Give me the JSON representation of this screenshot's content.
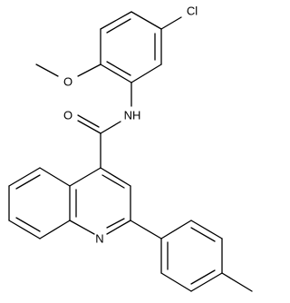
{
  "molecule": {
    "atoms": {
      "chlorine": "Cl",
      "methoxy_oxygen": "O",
      "amide_nitrogen": "NH",
      "carbonyl_oxygen": "O",
      "quinoline_nitrogen": "N"
    },
    "colors": {
      "bond": "#000000",
      "label": "#000000",
      "background": "#ffffff"
    }
  }
}
